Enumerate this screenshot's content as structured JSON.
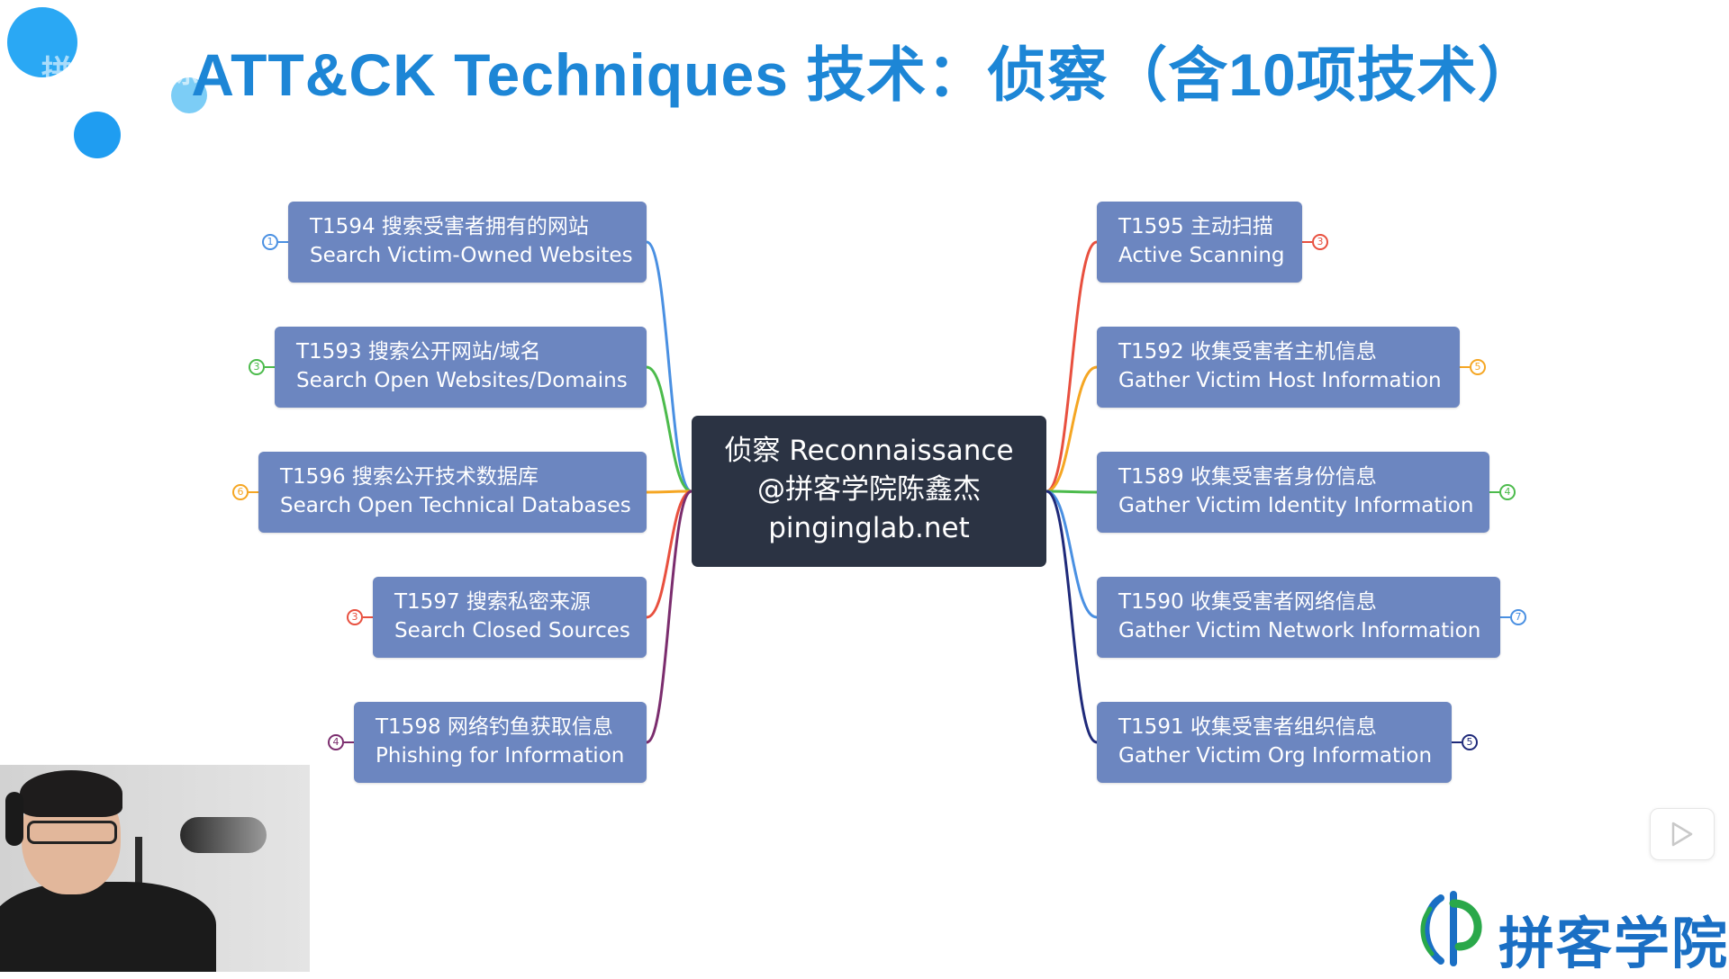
{
  "slide": {
    "title": "ATT&CK Techniques 技术：侦察（含10项技术）",
    "watermark": "拼客学院陈鑫杰"
  },
  "center": {
    "line1": "侦察 Reconnaissance",
    "line2": "@拼客学院陈鑫杰",
    "line3": "pinginglab.net"
  },
  "left_nodes": [
    {
      "cn": "T1594 搜索受害者拥有的网站",
      "en": "Search Victim-Owned Websites",
      "badge": "1",
      "color": "#4a90e2"
    },
    {
      "cn": "T1593 搜索公开网站/域名",
      "en": "Search Open Websites/Domains",
      "badge": "3",
      "color": "#4cbb4c"
    },
    {
      "cn": "T1596 搜索公开技术数据库",
      "en": "Search Open Technical Databases",
      "badge": "6",
      "color": "#f5a623"
    },
    {
      "cn": "T1597 搜索私密来源",
      "en": "Search Closed Sources",
      "badge": "3",
      "color": "#e8503f"
    },
    {
      "cn": "T1598 网络钓鱼获取信息",
      "en": "Phishing for Information",
      "badge": "4",
      "color": "#7b2d6e"
    }
  ],
  "right_nodes": [
    {
      "cn": "T1595 主动扫描",
      "en": "Active Scanning",
      "badge": "3",
      "color": "#e8503f"
    },
    {
      "cn": "T1592 收集受害者主机信息",
      "en": "Gather Victim Host Information",
      "badge": "5",
      "color": "#f5a623"
    },
    {
      "cn": "T1589 收集受害者身份信息",
      "en": "Gather Victim Identity Information",
      "badge": "4",
      "color": "#4cbb4c"
    },
    {
      "cn": "T1590 收集受害者网络信息",
      "en": "Gather Victim Network Information",
      "badge": "7",
      "color": "#4a90e2"
    },
    {
      "cn": "T1591 收集受害者组织信息",
      "en": "Gather Victim Org Information",
      "badge": "5",
      "color": "#1f2a7a"
    }
  ],
  "brand": {
    "name": "拼客学院",
    "logo_icon": "pingke-logo-icon",
    "logo_colors": [
      "#1a6fc4",
      "#2aa84a"
    ]
  },
  "player": {
    "play_icon": "play-icon"
  }
}
